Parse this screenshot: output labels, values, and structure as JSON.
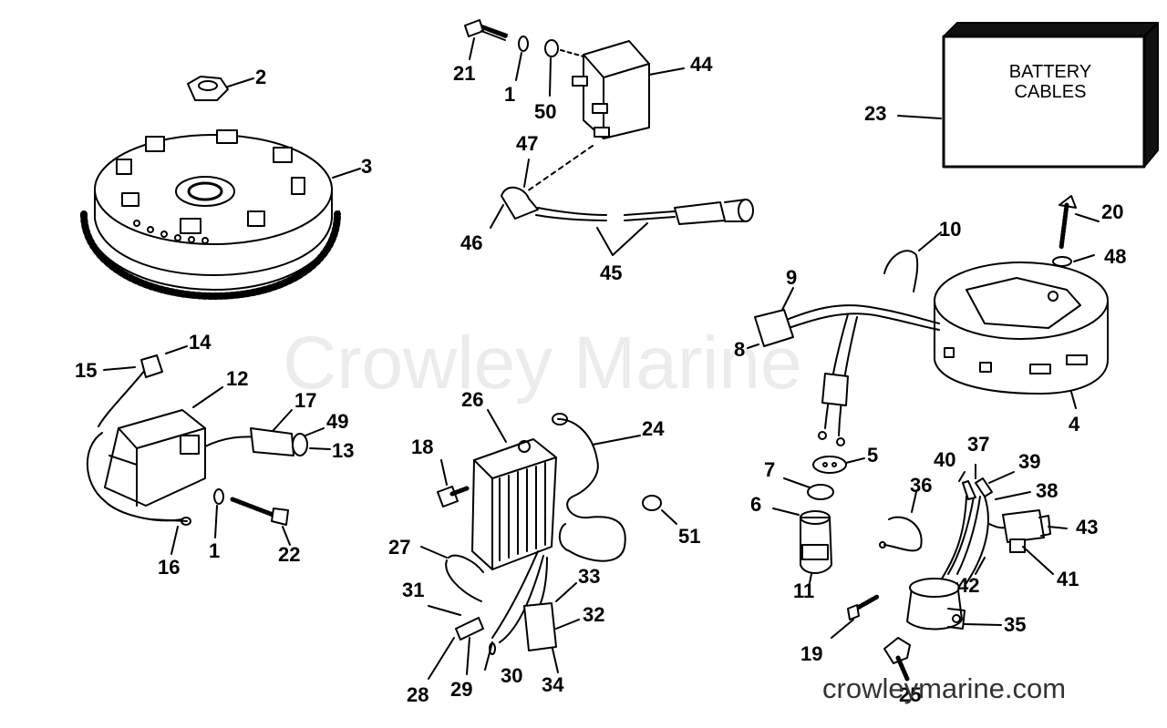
{
  "watermark": "Crowley Marine",
  "site": "crowleymarine.com",
  "battery_box": {
    "line1": "BATTERY",
    "line2": "CABLES"
  },
  "callouts": {
    "c1a": "1",
    "c1b": "1",
    "c2": "2",
    "c3": "3",
    "c4": "4",
    "c5": "5",
    "c6": "6",
    "c7": "7",
    "c8": "8",
    "c9": "9",
    "c10": "10",
    "c11": "11",
    "c12": "12",
    "c13": "13",
    "c14": "14",
    "c15": "15",
    "c16": "16",
    "c17": "17",
    "c18": "18",
    "c19": "19",
    "c20": "20",
    "c21": "21",
    "c22": "22",
    "c23": "23",
    "c24": "24",
    "c25": "25",
    "c26": "26",
    "c27": "27",
    "c28": "28",
    "c29": "29",
    "c30": "30",
    "c31": "31",
    "c32": "32",
    "c33": "33",
    "c34": "34",
    "c35": "35",
    "c36": "36",
    "c37": "37",
    "c38": "38",
    "c39": "39",
    "c40": "40",
    "c41": "41",
    "c42": "42",
    "c43": "43",
    "c44": "44",
    "c45": "45",
    "c46": "46",
    "c47": "47",
    "c48": "48",
    "c49": "49",
    "c50": "50",
    "c51": "51"
  }
}
